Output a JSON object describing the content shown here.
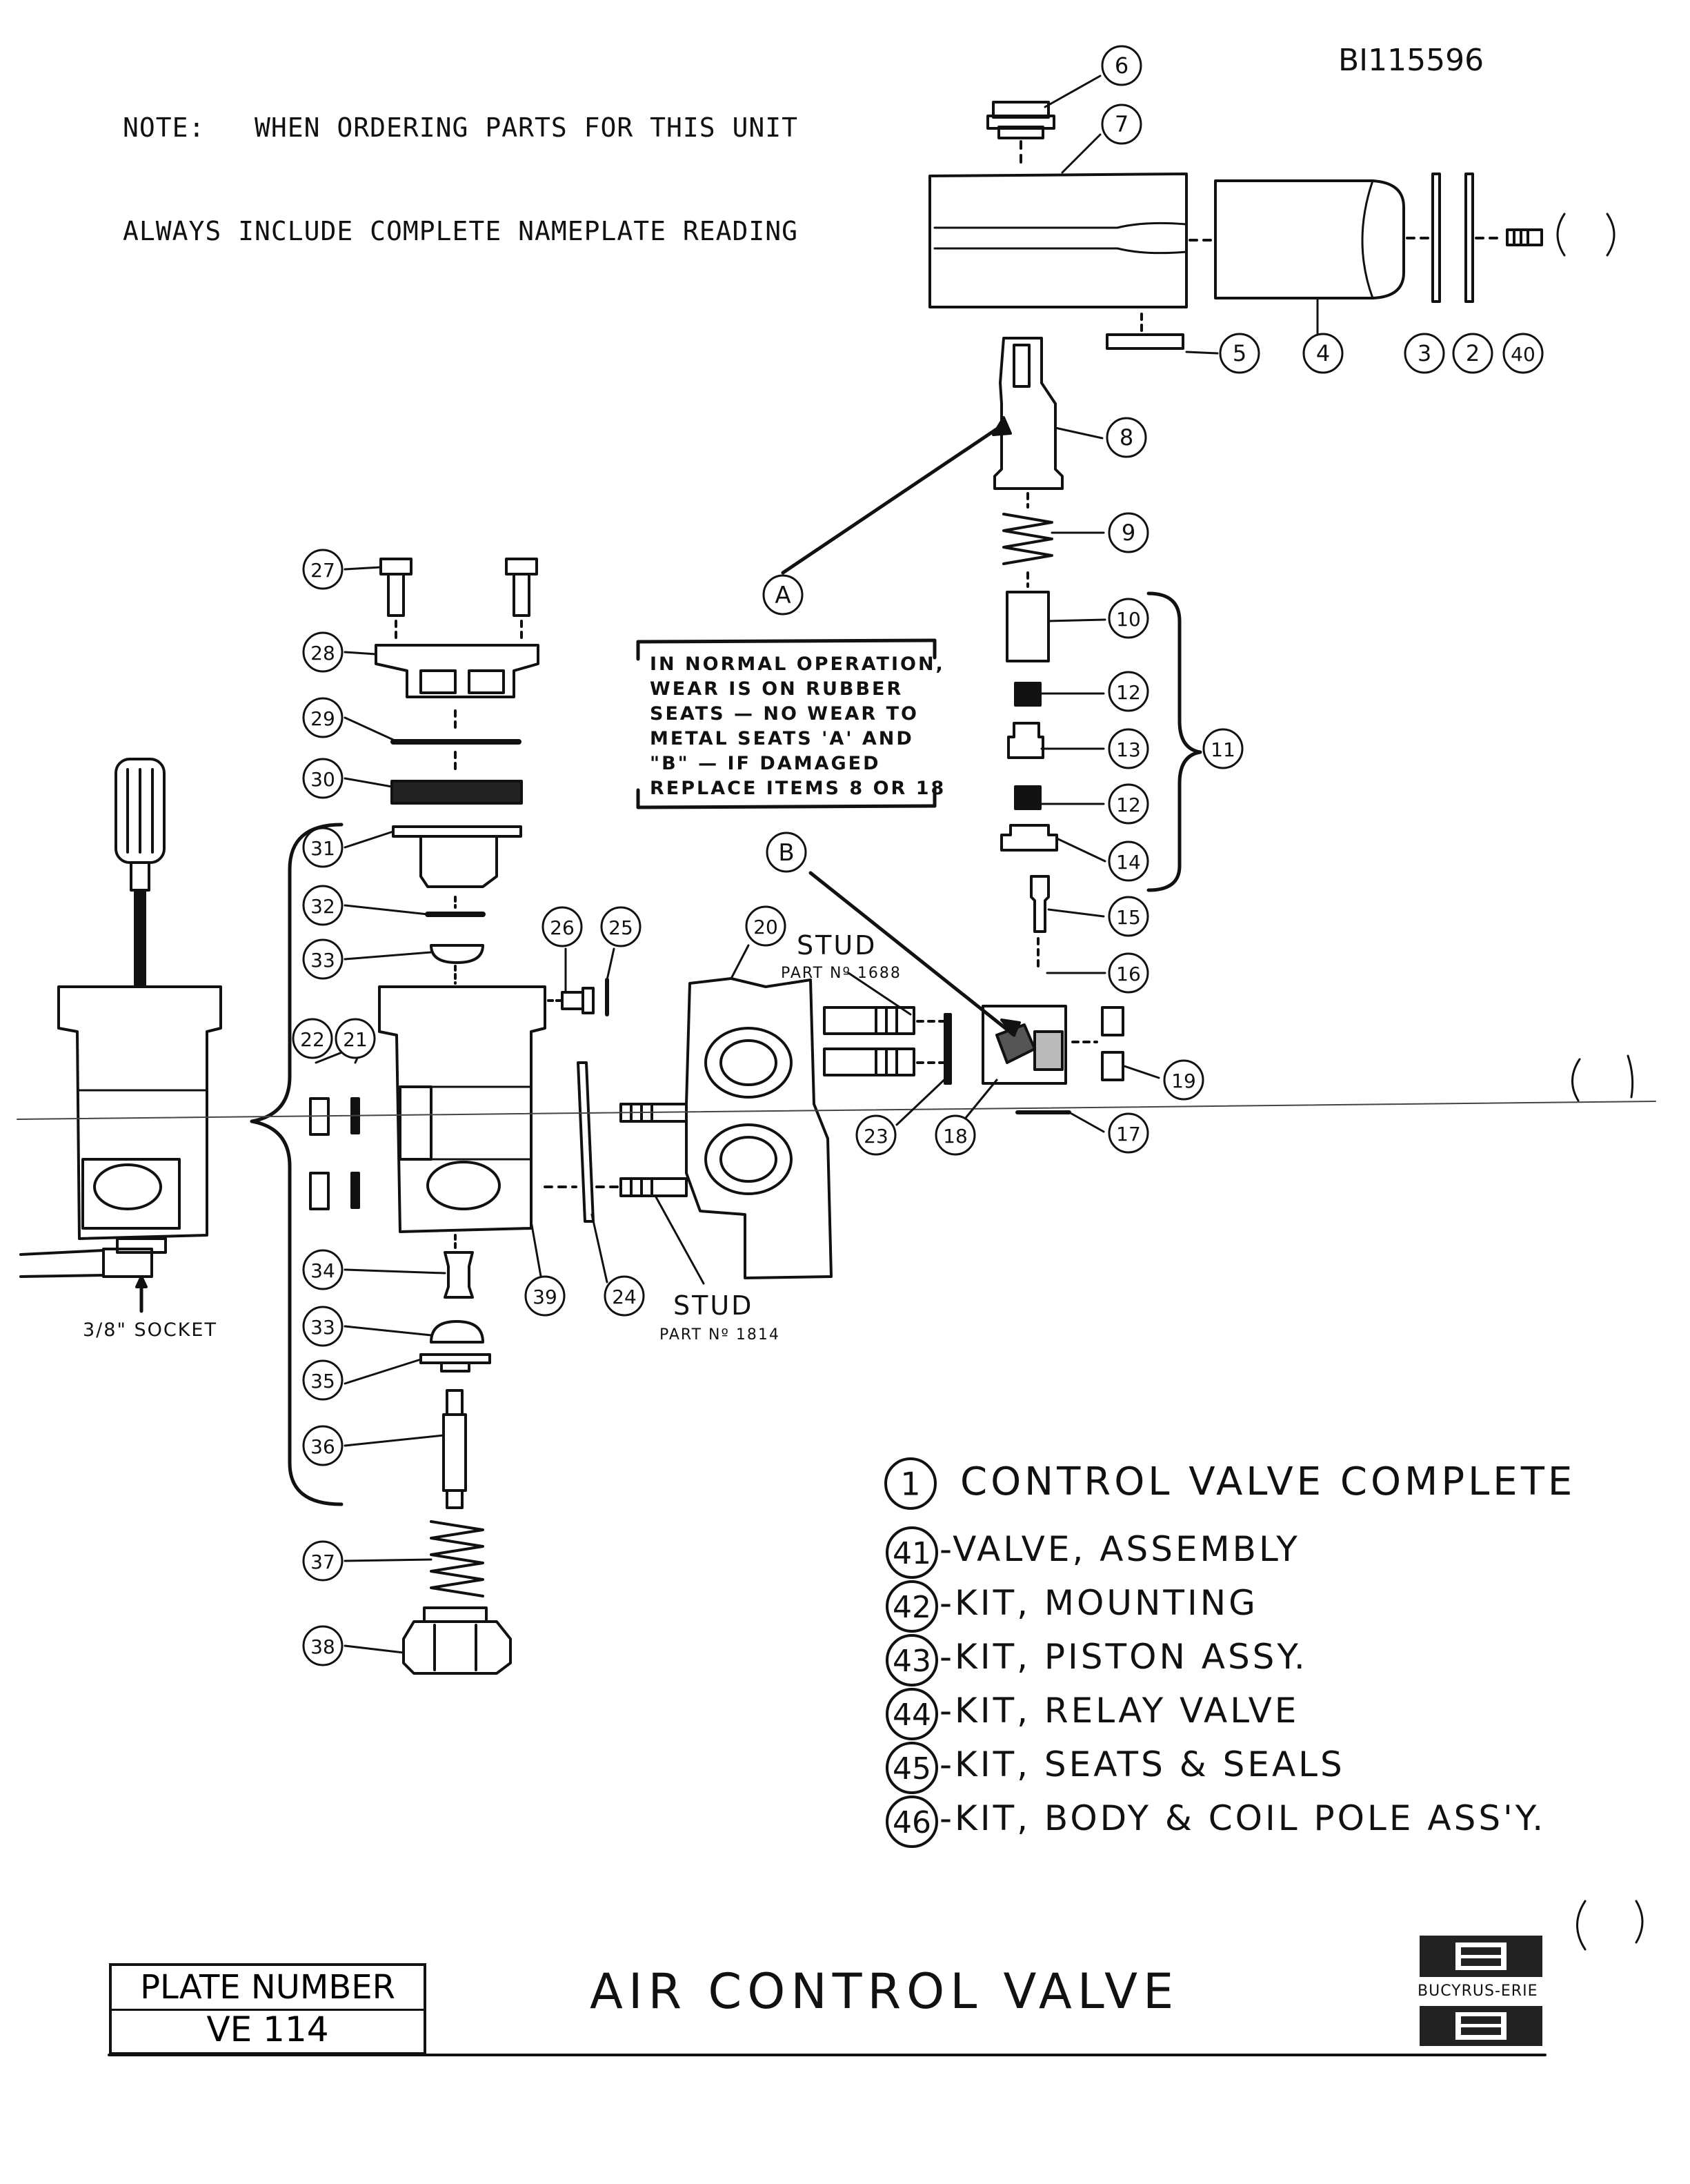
{
  "note_line1": "NOTE:   WHEN ORDERING PARTS FOR THIS UNIT",
  "note_line2": "ALWAYS INCLUDE COMPLETE NAMEPLATE READING",
  "document_number": "BI115596",
  "warning_lines": [
    "IN  NORMAL  OPERATION,",
    "WEAR  IS  ON  RUBBER",
    "SEATS — NO WEAR  TO",
    "METAL  SEATS 'A'  AND",
    "\"B\" — IF  DAMAGED",
    "REPLACE  ITEMS  8  OR 18"
  ],
  "seat_labels": {
    "a": "A",
    "b": "B"
  },
  "stud_upper": {
    "label": "STUD",
    "part": "PART Nº 1688"
  },
  "stud_lower": {
    "label": "STUD",
    "part": "PART Nº 1814"
  },
  "socket_label": "3/8\" SOCKET",
  "callouts": [
    "2",
    "3",
    "4",
    "5",
    "6",
    "7",
    "8",
    "9",
    "10",
    "11",
    "12",
    "12",
    "13",
    "14",
    "15",
    "16",
    "17",
    "18",
    "19",
    "20",
    "21",
    "22",
    "23",
    "24",
    "25",
    "26",
    "27",
    "28",
    "29",
    "30",
    "31",
    "32",
    "33",
    "33",
    "34",
    "35",
    "36",
    "37",
    "38",
    "39",
    "40"
  ],
  "legend": {
    "main_number": "1",
    "main_text": "CONTROL VALVE COMPLETE",
    "items": [
      {
        "number": "41",
        "text": "-VALVE, ASSEMBLY"
      },
      {
        "number": "42",
        "text": "-KIT, MOUNTING"
      },
      {
        "number": "43",
        "text": "-KIT, PISTON ASSY."
      },
      {
        "number": "44",
        "text": "-KIT, RELAY VALVE"
      },
      {
        "number": "45",
        "text": "-KIT, SEATS & SEALS"
      },
      {
        "number": "46",
        "text": "-KIT, BODY & COIL POLE ASS'Y."
      }
    ]
  },
  "plate_label": "PLATE NUMBER",
  "plate_number": "VE 114",
  "title": "AIR CONTROL VALVE",
  "logo_text": "BUCYRUS-ERIE",
  "ink_color": "#111111"
}
